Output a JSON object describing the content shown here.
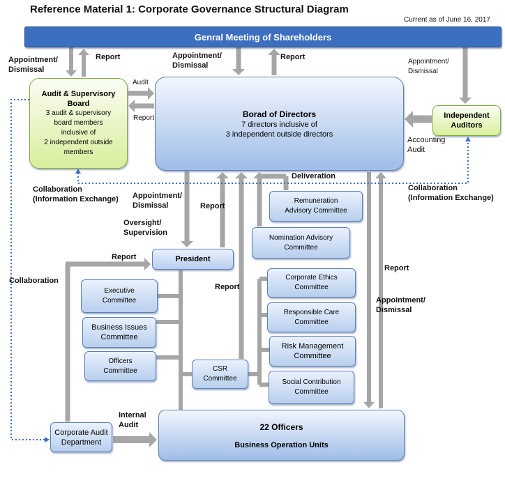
{
  "title": "Reference Material 1: Corporate Governance Structural Diagram",
  "as_of": "Current as of June 16, 2017",
  "shareholders": "Genral Meeting of Shareholders",
  "board": {
    "title": "Borad of Directors",
    "line1": "7 directors inclusive of",
    "line2": "3 independent outside directors"
  },
  "audit_board": {
    "title1": "Audit & Supervisory",
    "title2": "Board",
    "line1": "3 audit & supervisory",
    "line2": "board members",
    "line3": "inclusive of",
    "line4": "2 independent outside",
    "line5": "members"
  },
  "independent_auditors": {
    "line1": "Independent",
    "line2": "Auditors"
  },
  "president": "President",
  "remuneration": {
    "line1": "Remuneration",
    "line2": "Advisory Committee"
  },
  "nomination": {
    "line1": "Nomination Advisory",
    "line2": "Committee"
  },
  "executive": {
    "line1": "Executive",
    "line2": "Committee"
  },
  "business_issues": {
    "line1": "Business Issues",
    "line2": "Committee"
  },
  "officers_committee": {
    "line1": "Officers",
    "line2": "Committee"
  },
  "csr": {
    "line1": "CSR",
    "line2": "Committee"
  },
  "ethics": {
    "line1": "Corporate Ethics",
    "line2": "Committee"
  },
  "responsible_care": {
    "line1": "Responsible Care",
    "line2": "Committee"
  },
  "risk": {
    "line1": "Risk Management",
    "line2": "Committee"
  },
  "social": {
    "line1": "Social Contribution",
    "line2": "Committee"
  },
  "corporate_audit": {
    "line1": "Corporate Audit",
    "line2": "Department"
  },
  "officers": {
    "line1": "22 Officers",
    "line2": "Business Operation Units"
  },
  "labels": {
    "appt_left": "Appointment/\nDismissal",
    "report_left": "Report",
    "audit": "Audit",
    "report_audit": "Report",
    "appt_top": "Appointment/\nDismissal",
    "report_top": "Report",
    "appt_right": "Appointment/\nDismissal",
    "accounting_audit": "Accounting\nAudit",
    "deliveration": "Deliveration",
    "collab_left": "Collaboration\n(Information Exchange)",
    "collab_right": "Collaboration\n(Information Exchange)",
    "appt_president": "Appointment/\nDismissal",
    "report_president": "Report",
    "oversight": "Oversight/\nSupervision",
    "report_to_president": "Report",
    "collaboration": "Collaboration",
    "report_csr": "Report",
    "report_right": "Report",
    "appt_officers": "Appointment/\nDismissal",
    "internal_audit": "Internal\nAudit"
  },
  "colors": {
    "header_bar": "#3c6fc0",
    "arrow": "#a6a6a6",
    "box_border": "#5b7fb8",
    "green_border": "#7fae3e",
    "dotted_line": "#3d6fc1"
  }
}
